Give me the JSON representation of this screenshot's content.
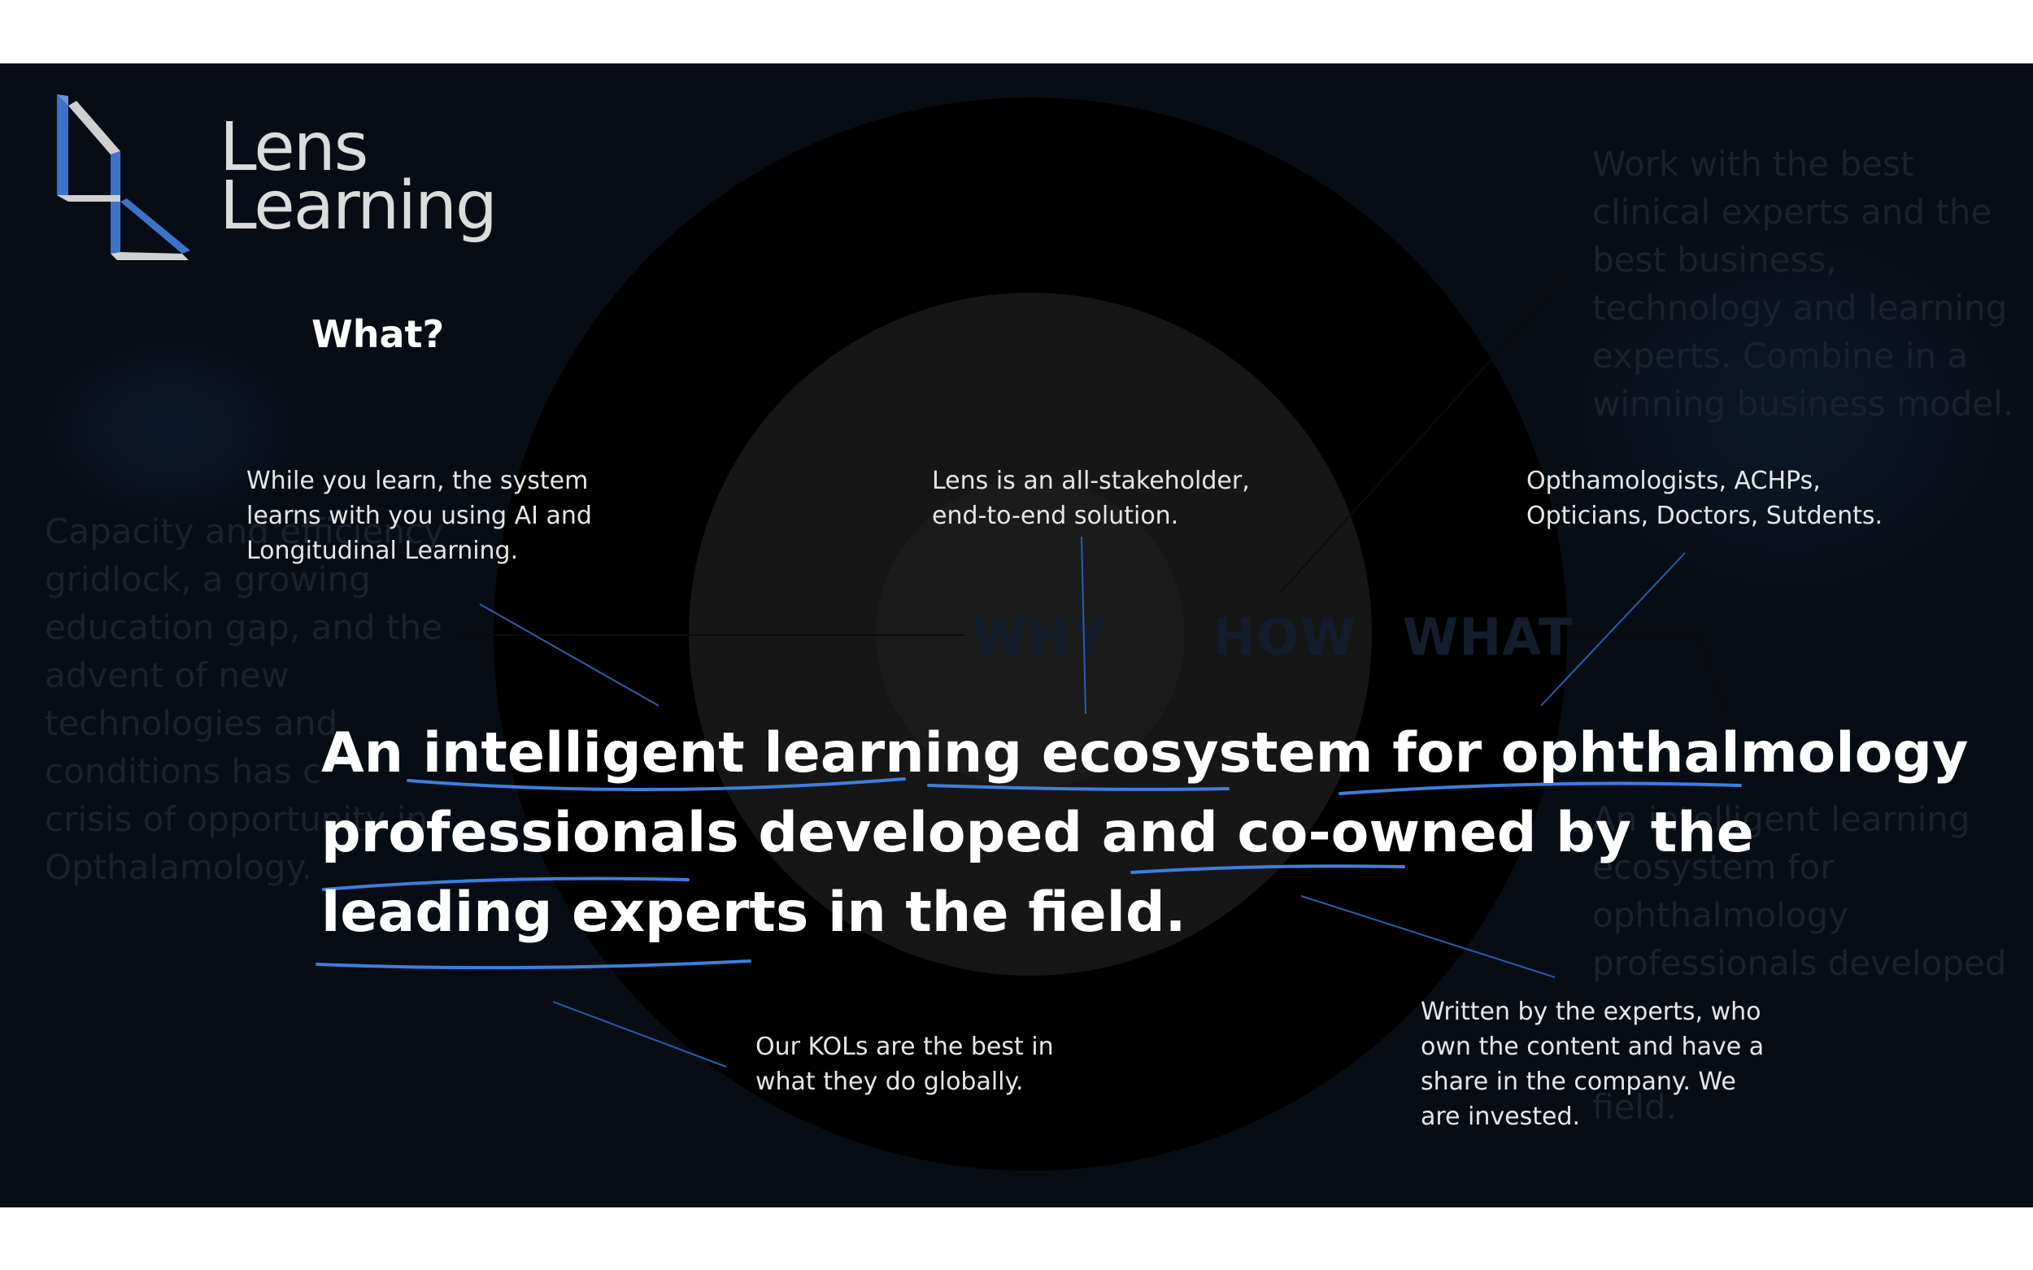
{
  "brand": {
    "name_line1": "Lens",
    "name_line2": "Learning",
    "logo_color_blue": "#3d72c9",
    "logo_color_gray": "#d0d0d0"
  },
  "section_heading": "What?",
  "circle_labels": {
    "why": "WHY",
    "how": "HOW",
    "what": "WHAT"
  },
  "notes": {
    "learning_system": [
      "While you learn, the system",
      "learns with you using AI and",
      "Longitudinal Learning."
    ],
    "stakeholder": [
      "Lens is an all-stakeholder,",
      "end-to-end solution."
    ],
    "audience": [
      "Opthamologists, ACHPs,",
      "Opticians, Doctors, Sutdents."
    ],
    "kols": [
      "Our KOLs are the best in",
      "what they do globally."
    ],
    "experts": [
      "Written by the experts, who",
      "own the content and have a",
      "share in the company. We",
      "are invested."
    ]
  },
  "statement": [
    "An intelligent learning ecosystem for ophthalmology",
    "professionals developed and co-owned by the",
    "leading experts in the field."
  ],
  "ghost_text": {
    "why_block": [
      "Capacity and efficiency",
      "gridlock, a growing",
      "education gap, and the",
      "advent of new",
      "technologies and",
      "conditions has c",
      "crisis of opportunity in",
      "Opthalamology."
    ],
    "how_block": [
      "Work with the best",
      "clinical experts and the",
      "best business,",
      "technology and learning",
      "experts. Combine in a",
      "winning business model."
    ],
    "what_block": [
      "An intelligent learning",
      "ecosystem for",
      "ophthalmology",
      "professionals developed",
      "",
      "",
      "field."
    ]
  },
  "colors": {
    "background": "#080d15",
    "accent_blue": "#3d7fe0",
    "connector_line": "#2a5db0"
  }
}
